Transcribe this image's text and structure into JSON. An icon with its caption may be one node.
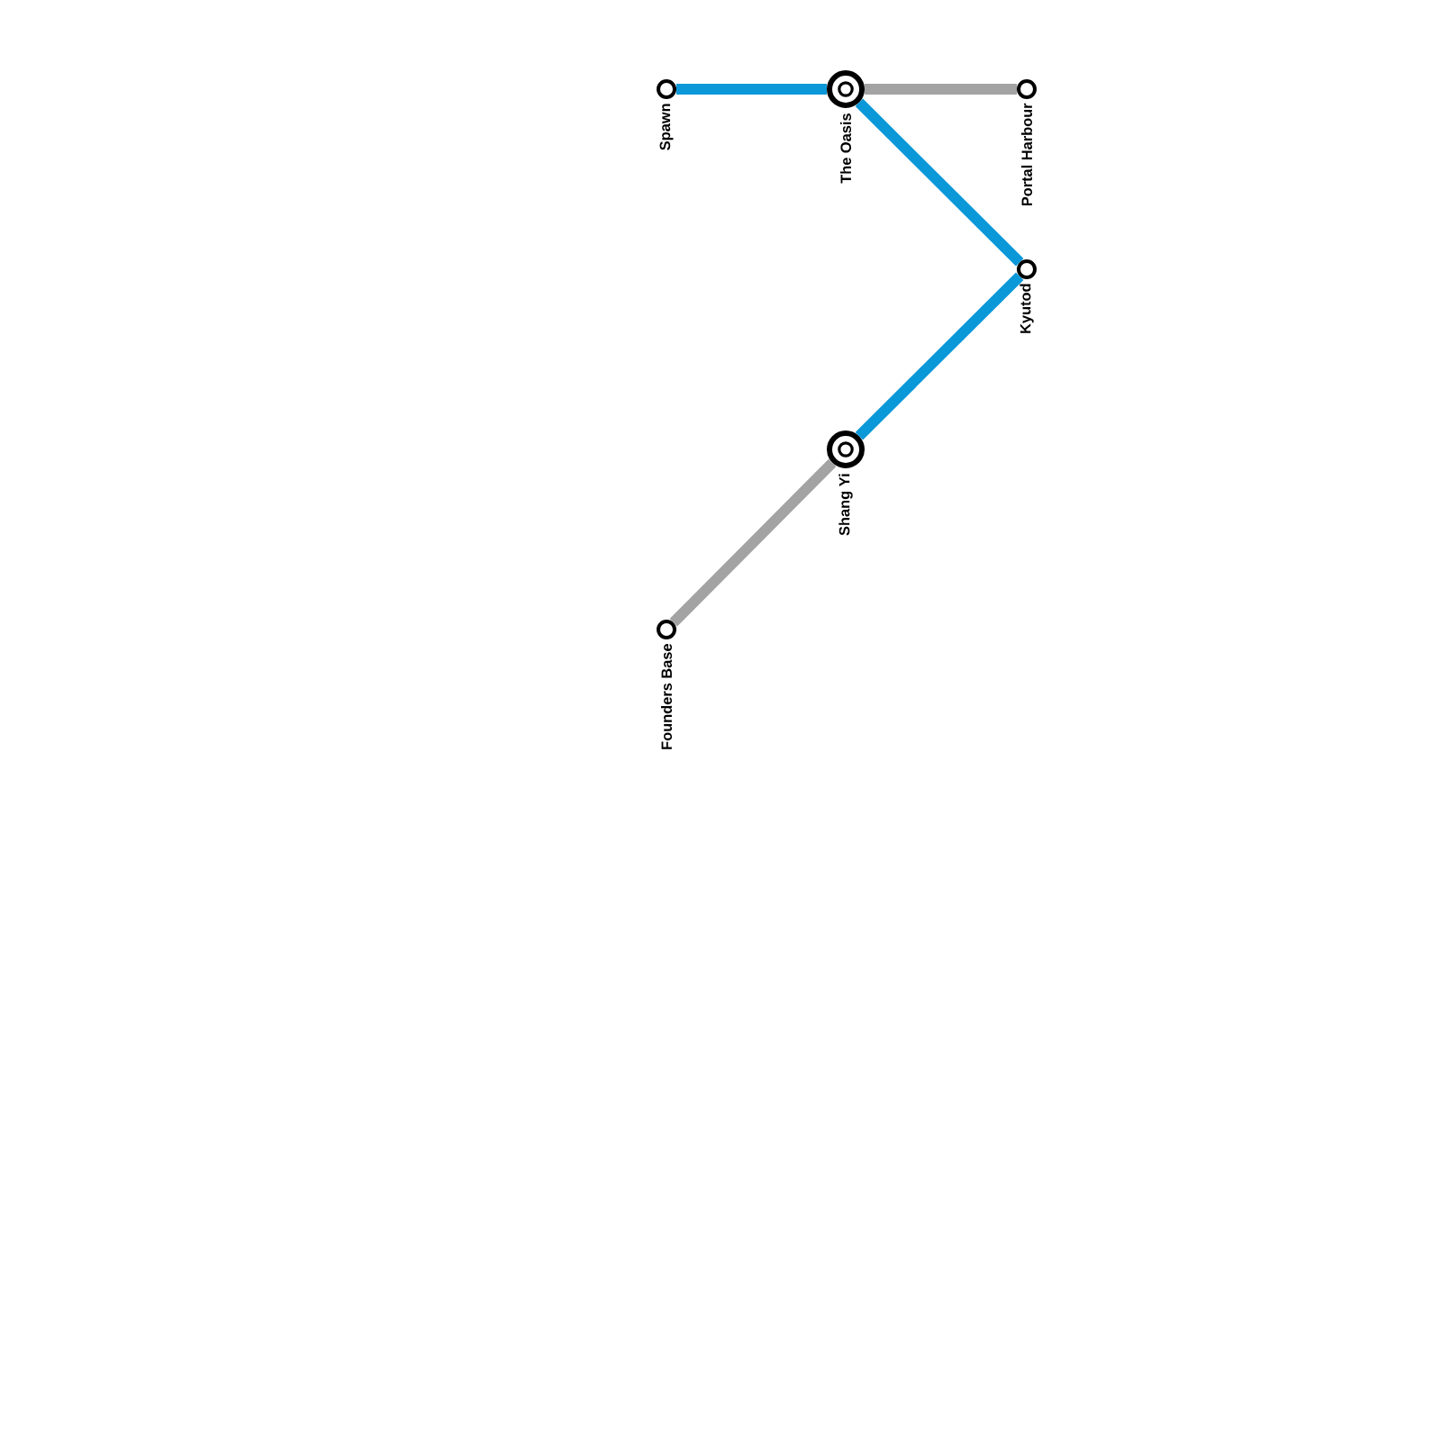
{
  "diagram": {
    "nodes": [
      {
        "text": [
          "Spawn"
        ]
      },
      {
        "text": [
          "The Oasis"
        ]
      },
      {
        "text": [
          "Portal Harbour"
        ]
      },
      {
        "text": [
          "Kyutod"
        ]
      },
      {
        "text": [
          "Shang Yi"
        ]
      },
      {
        "text": [
          "Founders Base"
        ]
      }
    ],
    "edges": [
      {
        "from": 0,
        "to": 1,
        "arrow": "none"
      },
      {
        "from": 1,
        "to": 2,
        "arrow": "none",
        "color": "#a3a3a3"
      },
      {
        "from": 1,
        "to": 3,
        "arrow": "none"
      },
      {
        "from": 3,
        "to": 4,
        "arrow": "none"
      },
      {
        "from": 4,
        "to": 5,
        "arrow": "none",
        "color": "#a3a3a3"
      }
    ]
  }
}
